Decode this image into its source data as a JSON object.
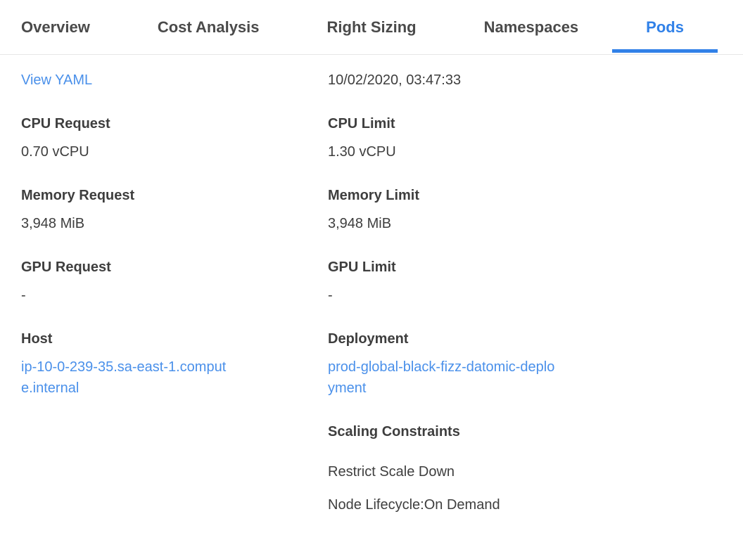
{
  "colors": {
    "accent_blue": "#3181e8",
    "link_blue": "#4a90ea",
    "text_dark": "#3e3e3e",
    "tab_inactive": "#4a4a4a",
    "divider": "#e7e7e7"
  },
  "tabs": [
    {
      "label": "Overview",
      "active": false
    },
    {
      "label": "Cost Analysis",
      "active": false
    },
    {
      "label": "Right Sizing",
      "active": false
    },
    {
      "label": "Namespaces",
      "active": false
    },
    {
      "label": "Pods",
      "active": true
    }
  ],
  "details": {
    "view_yaml_label": "View YAML",
    "timestamp": "10/02/2020, 03:47:33",
    "left_fields": [
      {
        "label": "CPU Request",
        "value": "0.70 vCPU"
      },
      {
        "label": "Memory Request",
        "value": "3,948 MiB"
      },
      {
        "label": "GPU Request",
        "value": "-"
      },
      {
        "label": "Host",
        "value": "ip-10-0-239-35.sa-east-1.compute.internal",
        "link": true
      }
    ],
    "right_fields": [
      {
        "label": "CPU Limit",
        "value": "1.30 vCPU"
      },
      {
        "label": "Memory Limit",
        "value": "3,948 MiB"
      },
      {
        "label": "GPU Limit",
        "value": "-"
      },
      {
        "label": "Deployment",
        "value": "prod-global-black-fizz-datomic-deployment",
        "link": true
      }
    ],
    "scaling": {
      "title": "Scaling Constraints",
      "items": [
        "Restrict Scale Down",
        "Node Lifecycle:On Demand"
      ]
    }
  }
}
